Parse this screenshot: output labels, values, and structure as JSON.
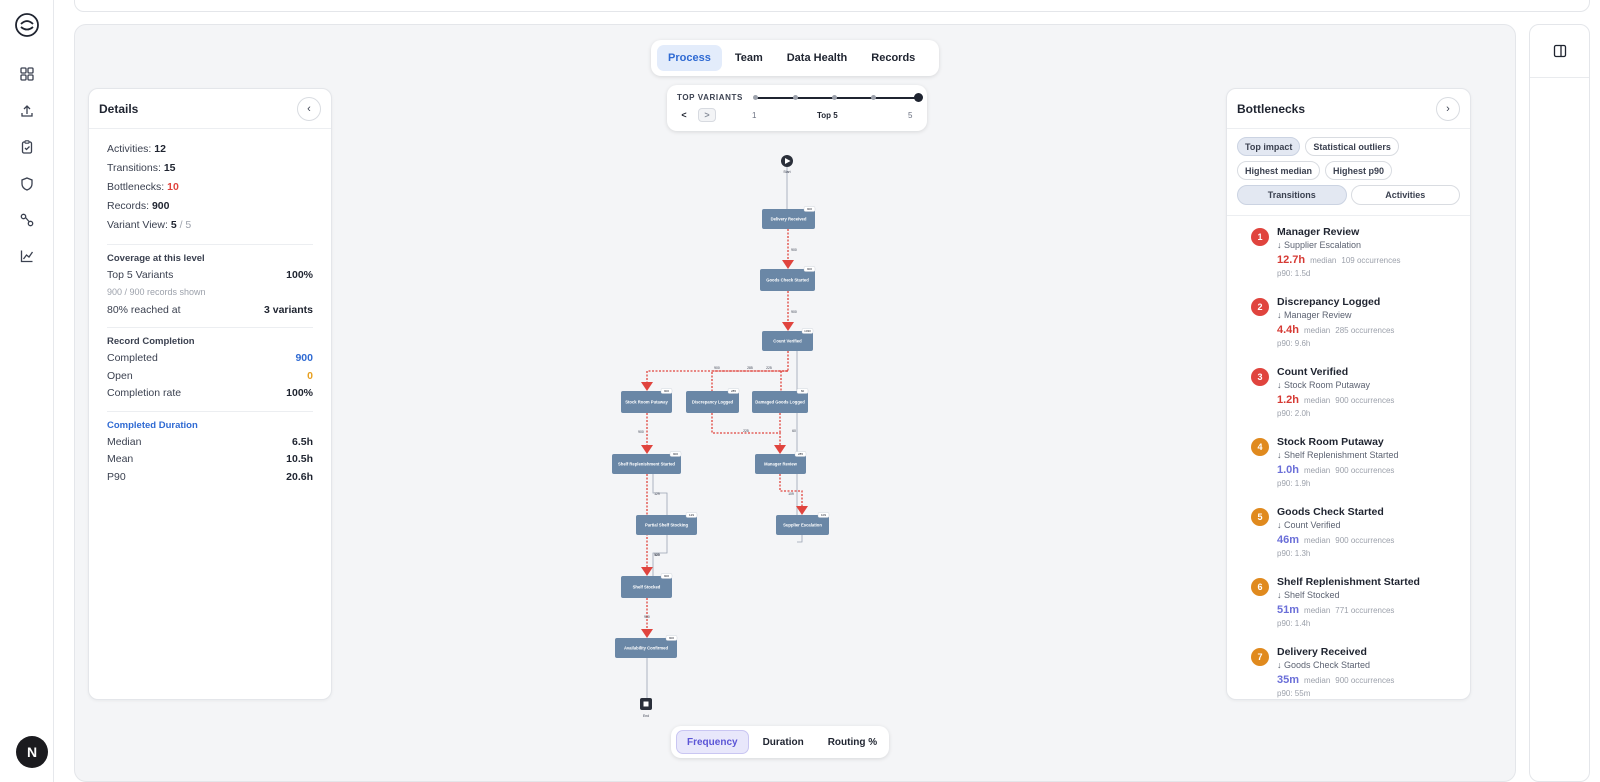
{
  "rail": {
    "avatar_letter": "N",
    "icons": [
      "dashboard-icon",
      "upload-icon",
      "clipboard-check-icon",
      "shield-icon",
      "flow-icon",
      "chart-line-icon"
    ]
  },
  "tabs": {
    "items": [
      "Process",
      "Team",
      "Data Health",
      "Records"
    ],
    "active": "Process"
  },
  "variants": {
    "label": "TOP VARIANTS",
    "prev": "<",
    "next": ">",
    "min": "1",
    "current": "Top 5",
    "max": "5",
    "value": 5
  },
  "details": {
    "title": "Details",
    "collapse": "‹",
    "stats": {
      "activities_label": "Activities:",
      "activities": "12",
      "transitions_label": "Transitions:",
      "transitions": "15",
      "bottlenecks_label": "Bottlenecks:",
      "bottlenecks": "10",
      "records_label": "Records:",
      "records": "900",
      "variant_label": "Variant View:",
      "variant_current": "5",
      "variant_total": "/ 5"
    },
    "coverage": {
      "title": "Coverage at this level",
      "top_label": "Top 5 Variants",
      "top_value": "100%",
      "shown": "900 / 900 records shown",
      "reached_label": "80% reached at",
      "reached_value": "3 variants"
    },
    "completion": {
      "title": "Record Completion",
      "completed_label": "Completed",
      "completed": "900",
      "open_label": "Open",
      "open": "0",
      "rate_label": "Completion rate",
      "rate": "100%"
    },
    "duration": {
      "title": "Completed Duration",
      "median_label": "Median",
      "median": "6.5h",
      "mean_label": "Mean",
      "mean": "10.5h",
      "p90_label": "P90",
      "p90": "20.6h"
    }
  },
  "bottlenecks": {
    "title": "Bottlenecks",
    "expand": "›",
    "chips": [
      "Top impact",
      "Statistical outliers",
      "Highest median",
      "Highest p90"
    ],
    "segments": [
      "Transitions",
      "Activities"
    ],
    "median_word": "median",
    "items": [
      {
        "rank": "1",
        "color": "#e0443e",
        "name": "Manager Review",
        "next": "↓ Supplier Escalation",
        "value": "12.7h",
        "value_color": "#d63a34",
        "occ": "109 occurrences",
        "p90": "p90: 1.5d"
      },
      {
        "rank": "2",
        "color": "#e0443e",
        "name": "Discrepancy Logged",
        "next": "↓ Manager Review",
        "value": "4.4h",
        "value_color": "#d63a34",
        "occ": "285 occurrences",
        "p90": "p90: 9.6h"
      },
      {
        "rank": "3",
        "color": "#e0443e",
        "name": "Count Verified",
        "next": "↓ Stock Room Putaway",
        "value": "1.2h",
        "value_color": "#d63a34",
        "occ": "900 occurrences",
        "p90": "p90: 2.0h"
      },
      {
        "rank": "4",
        "color": "#e08a1e",
        "name": "Stock Room Putaway",
        "next": "↓ Shelf Replenishment Started",
        "value": "1.0h",
        "value_color": "#6b6fd8",
        "occ": "900 occurrences",
        "p90": "p90: 1.9h"
      },
      {
        "rank": "5",
        "color": "#e08a1e",
        "name": "Goods Check Started",
        "next": "↓ Count Verified",
        "value": "46m",
        "value_color": "#6b6fd8",
        "occ": "900 occurrences",
        "p90": "p90: 1.3h"
      },
      {
        "rank": "6",
        "color": "#e08a1e",
        "name": "Shelf Replenishment Started",
        "next": "↓ Shelf Stocked",
        "value": "51m",
        "value_color": "#6b6fd8",
        "occ": "771 occurrences",
        "p90": "p90: 1.4h"
      },
      {
        "rank": "7",
        "color": "#e08a1e",
        "name": "Delivery Received",
        "next": "↓ Goods Check Started",
        "value": "35m",
        "value_color": "#6b6fd8",
        "occ": "900 occurrences",
        "p90": "p90: 55m"
      }
    ]
  },
  "bottom_tabs": {
    "items": [
      "Frequency",
      "Duration",
      "Routing %"
    ],
    "active": "Frequency"
  },
  "process_map": {
    "start_label": "Start",
    "end_label": "End",
    "nodes": [
      {
        "id": "delivery",
        "label": "Delivery Received",
        "count": "900"
      },
      {
        "id": "goods",
        "label": "Goods Check Started",
        "count": "900"
      },
      {
        "id": "count",
        "label": "Count Verified",
        "count": "1030"
      },
      {
        "id": "stock",
        "label": "Stock Room Putaway",
        "count": "900"
      },
      {
        "id": "discrepancy",
        "label": "Discrepancy Logged",
        "count": "285"
      },
      {
        "id": "damaged",
        "label": "Damaged Goods Logged",
        "count": "60"
      },
      {
        "id": "shelfrep",
        "label": "Shelf Replenishment Started",
        "count": "900"
      },
      {
        "id": "manager",
        "label": "Manager Review",
        "count": "285"
      },
      {
        "id": "partial",
        "label": "Partial Shelf Stocking",
        "count": "129"
      },
      {
        "id": "supplier",
        "label": "Supplier Escalation",
        "count": "109"
      },
      {
        "id": "shelfstocked",
        "label": "Shelf Stocked",
        "count": "900"
      },
      {
        "id": "availability",
        "label": "Availability Confirmed",
        "count": "900"
      }
    ],
    "edges": [
      "900",
      "900",
      "900",
      "285",
      "225",
      "900",
      "225",
      "60",
      "285",
      "129",
      "900",
      "129",
      "109",
      "900"
    ]
  },
  "colors": {
    "accent": "#2f6ad3",
    "node": "#6a87a6",
    "edge_hot": "#e0443e",
    "canvas": "#f4f5f7"
  }
}
